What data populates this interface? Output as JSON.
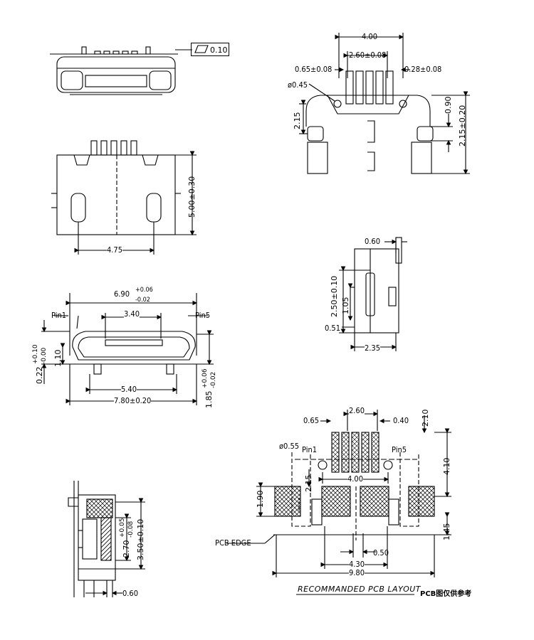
{
  "tolerance_box": {
    "value": "0.10"
  },
  "top_view": {
    "dim_width": "4.00",
    "dim_pitch": "2.60±0.08",
    "dim_left": "0.65±0.08",
    "dim_right": "0.28±0.08",
    "dim_hole": "ø0.45",
    "dim_h1": "2.15",
    "dim_h2": "0.90",
    "dim_h3": "2.15±0.20"
  },
  "rear_view": {
    "dim_depth": "5.00±0.30",
    "dim_peg": "4.75"
  },
  "front_view": {
    "dim_width_a": "6.90",
    "dim_width_a_tol_plus": "+0.06",
    "dim_width_a_tol_minus": "-0.02",
    "dim_pins": "3.40",
    "pin1": "Pin1",
    "pin5": "Pin5",
    "dim_opening": "5.40",
    "dim_total": "7.80±0.20",
    "dim_left_a": "0.22",
    "dim_left_a_tol_plus": "+0.10",
    "dim_left_a_tol_minus": "-0.00",
    "dim_left_b": "1.10",
    "dim_right_a": "1.85",
    "dim_right_a_tol_plus": "+0.06",
    "dim_right_a_tol_minus": "-0.02"
  },
  "side_view": {
    "dim_top": "0.60",
    "dim_height": "2.50±0.10",
    "dim_mid": "1.05",
    "dim_small": "0.51",
    "dim_depth": "2.35"
  },
  "section_view": {
    "dim_h1": "2.70",
    "dim_h1_tol_plus": "+0.05",
    "dim_h1_tol_minus": "-0.08",
    "dim_h2": "3.50±0.10",
    "dim_bottom": "0.60"
  },
  "pcb_layout": {
    "dim_pitch": "2.60",
    "dim_left": "0.65",
    "dim_right": "0.40",
    "dim_top": "2.10",
    "dim_hole": "ø0.55",
    "pin1": "Pin1",
    "pin5": "Pin5",
    "dim_holes": "4.00",
    "dim_215": "2.15",
    "dim_190": "1.90",
    "dim_410": "4.10",
    "dim_145": "1.45",
    "dim_050": "0.50",
    "dim_430": "4.30",
    "dim_980": "9.80",
    "pcb_edge": "PCB EDGE",
    "title": "RECOMMANDED PCB LAYOUT",
    "title_cn": "PCB图仅供参考"
  }
}
